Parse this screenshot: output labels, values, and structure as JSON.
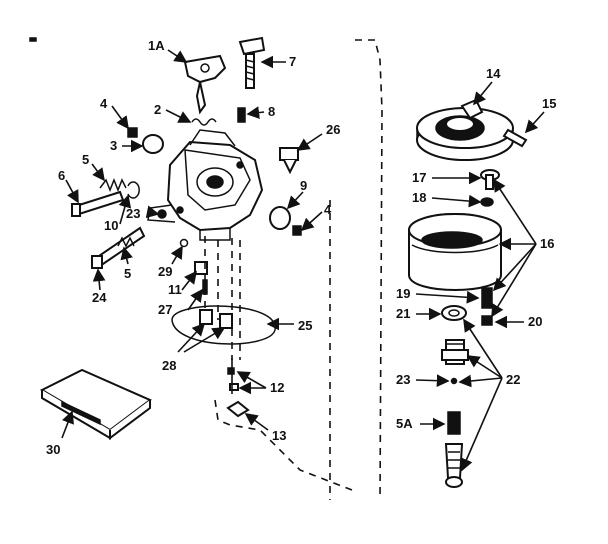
{
  "callouts": {
    "c1a": "1A",
    "c7": "7",
    "c4a": "4",
    "c2": "2",
    "c8": "8",
    "c26": "26",
    "c3": "3",
    "c5a": "5",
    "c6": "6",
    "c10": "10",
    "c23a": "23",
    "c9": "9",
    "c4b": "4",
    "c29": "29",
    "c11": "11",
    "c5b": "5",
    "c24": "24",
    "c27": "27",
    "c25": "25",
    "c28": "28",
    "c12": "12",
    "c13": "13",
    "c30": "30",
    "c14": "14",
    "c15": "15",
    "c17": "17",
    "c18": "18",
    "c16": "16",
    "c19": "19",
    "c21": "21",
    "c20": "20",
    "c23b": "23",
    "c22": "22",
    "c5c": "5A"
  }
}
